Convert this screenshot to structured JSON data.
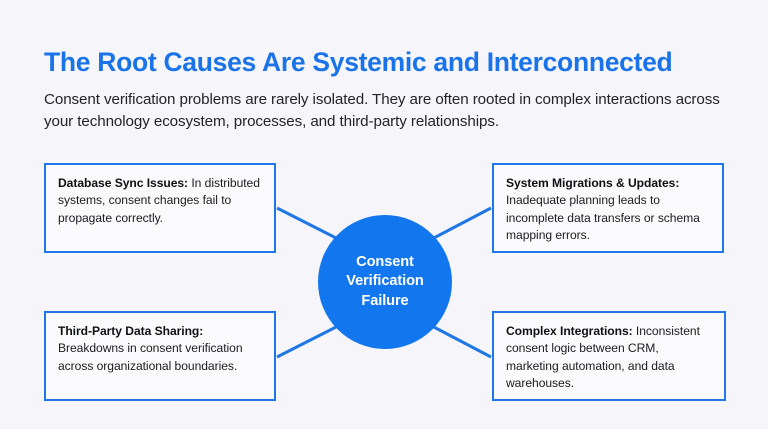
{
  "header": {
    "title": "The Root Causes Are Systemic and Interconnected",
    "subtitle": "Consent verification problems are rarely isolated. They are often rooted in complex interactions across your technology ecosystem, processes, and third-party relationships.",
    "title_color": "#1a73e8"
  },
  "diagram": {
    "background_color": "#f6f6fa",
    "accent_color": "#1f76e5",
    "center": {
      "line1": "Consent",
      "line2": "Verification",
      "line3": "Failure",
      "fill_color": "#1277ef",
      "text_color": "#ffffff"
    },
    "causes": [
      {
        "position": "top-left",
        "label": "Database Sync Issues:",
        "description": " In distributed systems, consent changes fail to propagate correctly."
      },
      {
        "position": "top-right",
        "label": "System Migrations & Updates:",
        "description": " Inadequate planning leads to incomplete data transfers or schema mapping errors."
      },
      {
        "position": "bottom-left",
        "label": "Third-Party Data Sharing:",
        "description": " Breakdowns in consent verification across organizational boundaries."
      },
      {
        "position": "bottom-right",
        "label": "Complex Integrations:",
        "description": " Inconsistent consent logic between CRM, marketing automation, and data warehouses."
      }
    ]
  }
}
